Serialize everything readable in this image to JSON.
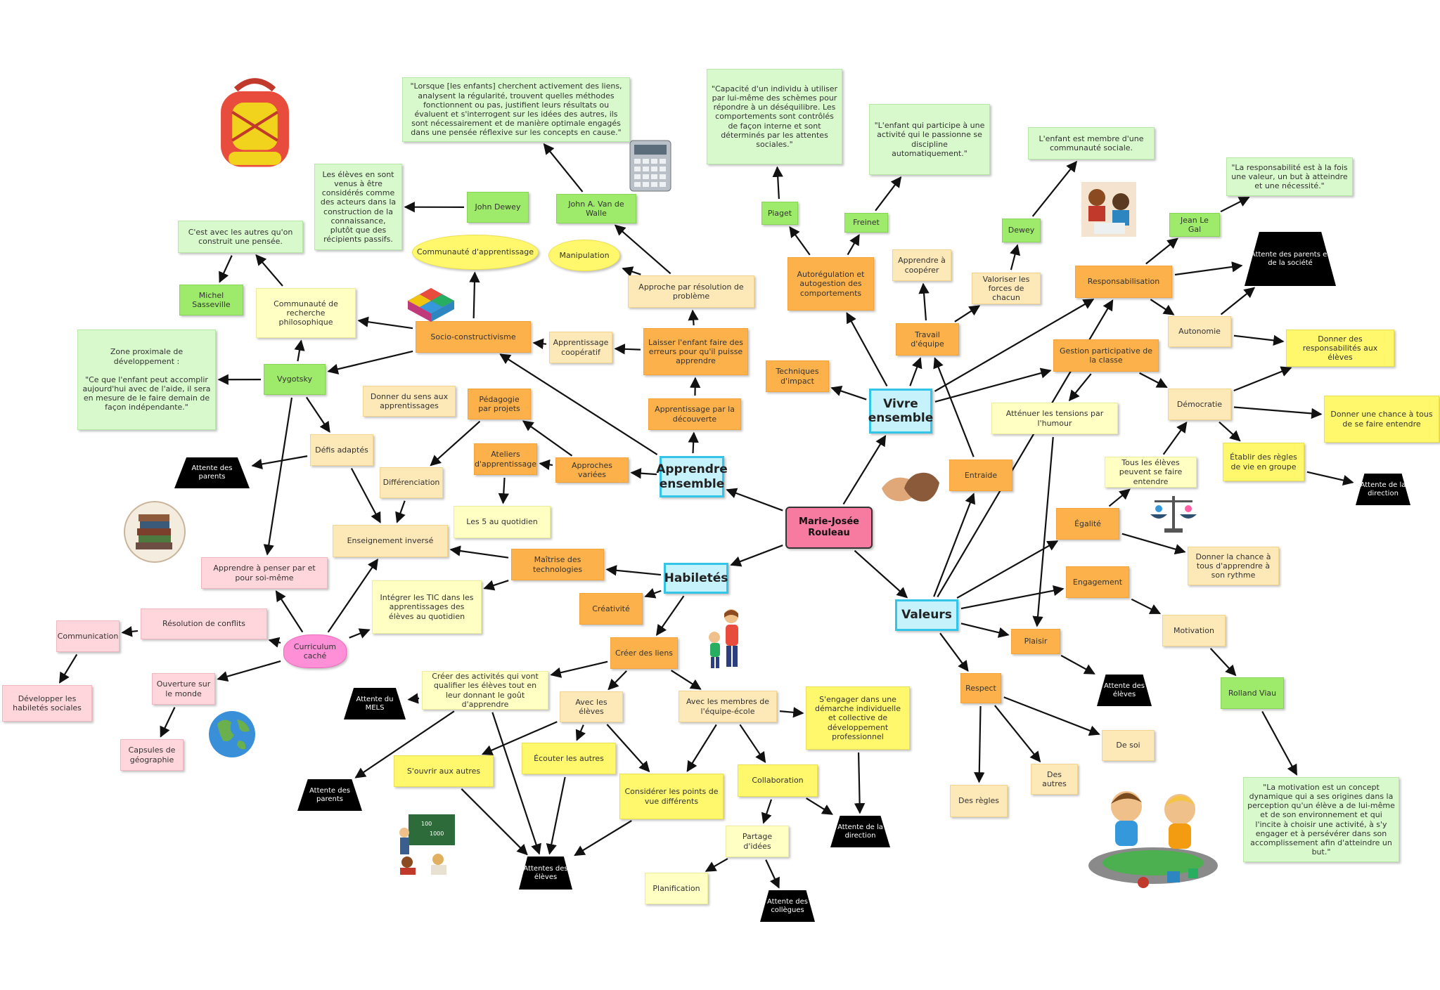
{
  "center": "Marie-Josée Rouleau",
  "branches": {
    "apprendre": "Apprendre ensemble",
    "vivre": "Vivre ensemble",
    "habiletes": "Habiletés",
    "valeurs": "Valeurs"
  },
  "nodes": {
    "quote_lorsque": "\"Lorsque [les enfants] cherchent activement des liens, analysent la régularité, trouvent quelles méthodes fonctionnent ou pas, justifient leurs résultats ou évaluent et s'interrogent sur les idées des autres, ils sont nécessairement et de manière optimale engagés dans une pensée réflexive sur les concepts en cause.\"",
    "quote_capacite": "\"Capacité d'un individu à utiliser par lui-même des schèmes pour répondre à un déséquilibre. Les comportements sont contrôlés de façon interne et sont déterminés par les attentes sociales.\"",
    "quote_freinet": "\"L'enfant qui participe à une activité qui le passionne se discipline automatiquement.\"",
    "quote_membre": "L'enfant est membre d'une communauté sociale.",
    "quote_responsabilite": "\"La responsabilité est à la fois une valeur, un but à atteindre et une nécessité.\"",
    "quote_eleves_venus": "Les élèves en sont venus à être considérés comme des acteurs dans la construction de la connaissance, plutôt que des récipients passifs.",
    "quote_autres": "C'est avec les autres qu'on construit une pensée.",
    "quote_zpd": "Zone proximale de développement :\n\n\"Ce que l'enfant peut accomplir aujourd'hui avec de l'aide, il sera en mesure de le faire demain de façon indépendante.\"",
    "quote_motivation": "\"La motivation est un concept dynamique qui a ses origines dans la perception qu'un élève a de lui-même et de son environnement et qui l'incite à choisir une activité, à s'y engager et à persévérer dans son accomplissement afin d'atteindre un but.\"",
    "john_dewey": "John Dewey",
    "van_de_walle": "John A. Van de Walle",
    "piaget": "Piaget",
    "freinet": "Freinet",
    "dewey": "Dewey",
    "jean_le_gal": "Jean Le Gal",
    "michel_sasseville": "Michel Sasseville",
    "vygotsky": "Vygotsky",
    "rolland_viau": "Rolland Viau",
    "communaute_apprentissage": "Communauté d'apprentissage",
    "manipulation": "Manipulation",
    "approche_resolution": "Approche par résolution de problème",
    "communaute_recherche": "Communauté de recherche philosophique",
    "socio": "Socio-constructivisme",
    "appr_coop": "Apprentissage coopératif",
    "laisser": "Laisser l'enfant faire des erreurs pour qu'il puisse apprendre",
    "appr_decouverte": "Apprentissage par la découverte",
    "donner_sens": "Donner du sens aux apprentissages",
    "pedagogie_projets": "Pédagogie par projets",
    "ateliers": "Ateliers d'apprentissage",
    "approches_variees": "Approches variées",
    "differenciation": "Différenciation",
    "defis": "Défis adaptés",
    "cinq_quotidien": "Les 5 au quotidien",
    "enseignement_inverse": "Enseignement inversé",
    "maitrise_techno": "Maîtrise des technologies",
    "integrer_tic": "Intégrer les TIC dans les apprentissages des élèves au quotidien",
    "creativite": "Créativité",
    "creer_liens": "Créer des liens",
    "creer_activites": "Créer des activités qui vont qualifier les élèves tout en leur donnant le goût d'apprendre",
    "avec_eleves": "Avec les élèves",
    "avec_membres": "Avec les membres de l'équipe-école",
    "sengager": "S'engager dans une démarche individuelle et collective de développement professionnel",
    "souvrir": "S'ouvrir aux autres",
    "ecouter": "Écouter les autres",
    "considerer": "Considérer les points de vue différents",
    "collaboration": "Collaboration",
    "partage_idees": "Partage d'idées",
    "planification": "Planification",
    "apprendre_penser": "Apprendre à penser par et pour soi-même",
    "resolution_conflits": "Résolution de conflits",
    "communication": "Communication",
    "dev_habiletes": "Développer les habiletés sociales",
    "ouverture": "Ouverture sur le monde",
    "capsules": "Capsules de géographie",
    "curriculum": "Curriculum caché",
    "autoregulation": "Autorégulation et autogestion des comportements",
    "techniques_impact": "Techniques d'impact",
    "apprendre_cooperer": "Apprendre à coopérer",
    "travail_equipe": "Travail d'équipe",
    "valoriser": "Valoriser les forces de chacun",
    "responsabilisation": "Responsabilisation",
    "autonomie": "Autonomie",
    "donner_resp": "Donner des responsabilités aux élèves",
    "gestion": "Gestion participative de la classe",
    "attenuer": "Atténuer les tensions par l'humour",
    "democratie": "Démocratie",
    "donner_chance_tous": "Donner une chance à tous de se faire entendre",
    "etablir_regles": "Établir des règles de vie en groupe",
    "tous_eleves": "Tous les élèves peuvent se faire entendre",
    "entraide": "Entraide",
    "egalite": "Égalité",
    "donner_chance_rythme": "Donner la chance à tous d'apprendre à son rythme",
    "engagement": "Engagement",
    "motivation": "Motivation",
    "plaisir": "Plaisir",
    "respect": "Respect",
    "de_soi": "De soi",
    "des_autres": "Des autres",
    "des_regles": "Des règles",
    "att_parents_1": "Attente des parents",
    "att_parents_2": "Attente des parents",
    "att_parents_societe": "Attente des parents et de la société",
    "att_direction_1": "Attente de la direction",
    "att_direction_2": "Attente de la direction",
    "att_eleves_1": "Attente des élèves",
    "att_eleves_2": "Attentes des élèves",
    "att_mels": "Attente du MELS",
    "att_collegues": "Attente des collègues"
  },
  "icons": [
    "backpack-icon",
    "calculator-icon",
    "puzzle-icon",
    "books-icon",
    "globe-icon",
    "handshake-icon",
    "scales-icon",
    "family-icon",
    "classroom-icon",
    "kids-playing-icon",
    "students-reading-icon"
  ],
  "colors": {
    "orange": "#fdb14a",
    "light_orange": "#fde8b8",
    "green": "#9eea6a",
    "light_green": "#d8f9cc",
    "yellow": "#fff86c",
    "light_yellow": "#ffffc4",
    "pink": "#ffd6dc",
    "main_branch": "#c6f3fb",
    "center": "#f77ba0",
    "cloud": "#ff8fd6"
  }
}
